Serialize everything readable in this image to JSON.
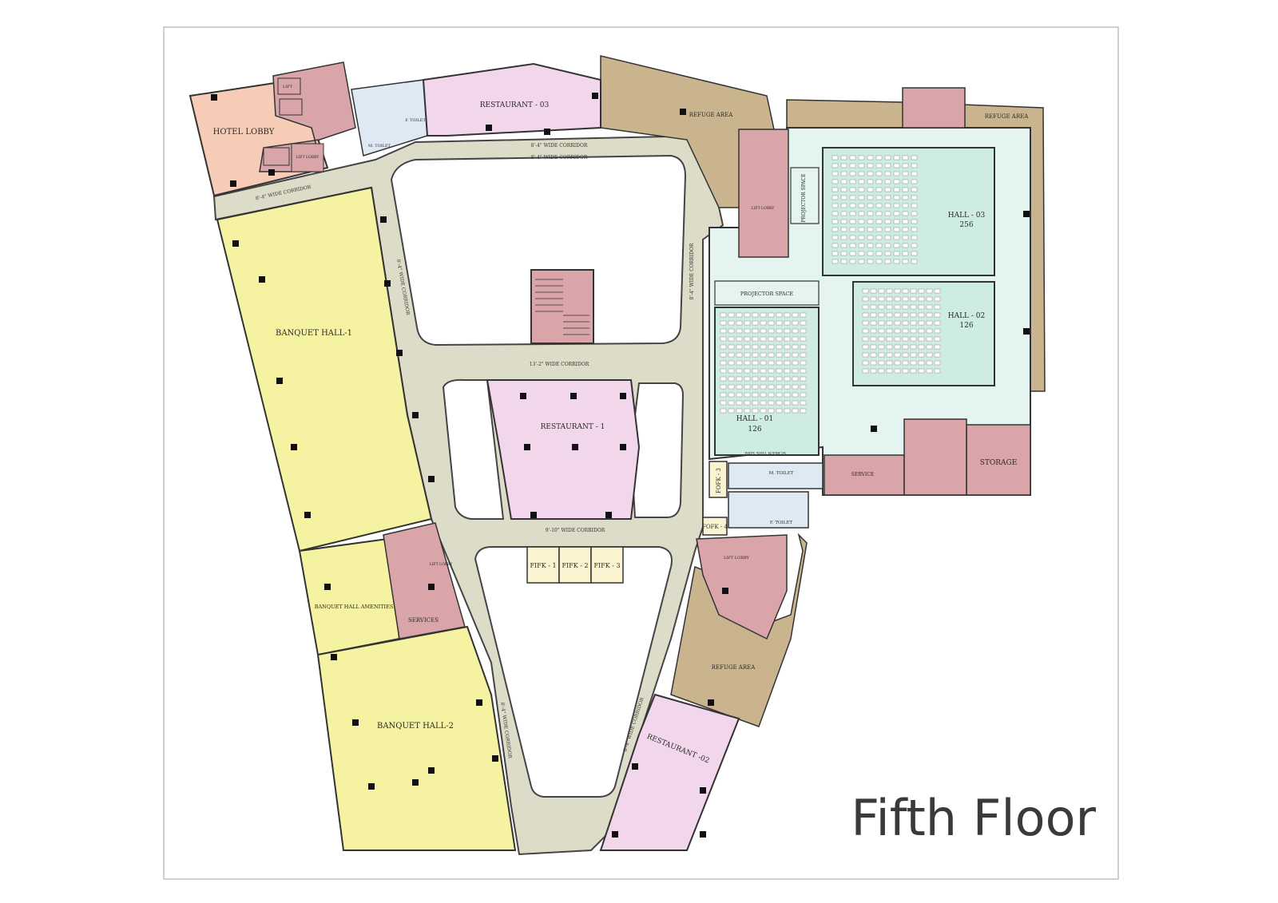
{
  "title": "Fifth Floor",
  "colors": {
    "corridor": "#dcdcc8",
    "banquet": "#f5f3a2",
    "restaurant": "#f2d6ec",
    "lobby": "#f6ccb6",
    "service": "#d9a5a8",
    "hall": "#cfece4",
    "hall_area": "#e4f4f1",
    "refuge": "#c9b48e",
    "toilet": "#dfe9f4",
    "fifk": "#fbf2cf"
  },
  "rooms": {
    "hotel_lobby": "HOTEL LOBBY",
    "restaurant_03": "RESTAURANT - 03",
    "refuge_area_top": "REFUGE AREA",
    "refuge_area_right": "REFUGE AREA",
    "refuge_area_bottom": "REFUGE AREA",
    "banquet_hall_1": "BANQUET HALL-1",
    "banquet_hall_amenities": "BANQUET HALL AMENITIES",
    "services": "SERVICES",
    "banquet_hall_2": "BANQUET HALL-2",
    "restaurant_1": "RESTAURANT - 1",
    "restaurant_02": "RESTAURANT -02",
    "fifk_1": "FIFK - 1",
    "fifk_2": "FIFK - 2",
    "fifk_3": "FIFK - 3",
    "fofk_3": "FOFK - 3",
    "fofk_4": "FOFK - 4",
    "projector_space_1": "PROJECTOR SPACE",
    "projector_space_2": "PROJECTOR SPACE",
    "hall_01": "HALL - 01",
    "hall_01_seats": "126",
    "hall_02": "HALL - 02",
    "hall_02_seats": "126",
    "hall_03": "HALL - 03",
    "hall_03_seats": "256",
    "storage": "STORAGE",
    "service": "SERVICE",
    "m_toilet": "M. TOILET",
    "f_toilet": "F. TOILET",
    "m_toilet_top": "M. TOILET",
    "f_toilet_top": "F. TOILET",
    "lift_lobby_1": "LIFT LOBBY",
    "lift_lobby_2": "LIFT LOBBY",
    "lift_lobby_3": "LIFT LOBBY",
    "lift_lobby_4": "LIFT LOBBY",
    "lift": "LIFT",
    "screen_this_side": "SCREEN THIS SIDE"
  },
  "corridors": {
    "top_right": "8'-4\" WIDE CORRIDOR",
    "top_left": "8'-4\" WIDE CORRIDOR",
    "left_diag": "8'-4\" WIDE CORRIDOR",
    "right_vertical": "8'-4\" WIDE CORRIDOR",
    "middle": "13'-2\" WIDE CORRIDOR",
    "lower": "9'-10\" WIDE CORRIDOR",
    "bottom_left": "8'-4\" WIDE CORRIDOR",
    "bottom_right": "8'-4\" WIDE CORRIDOR"
  }
}
